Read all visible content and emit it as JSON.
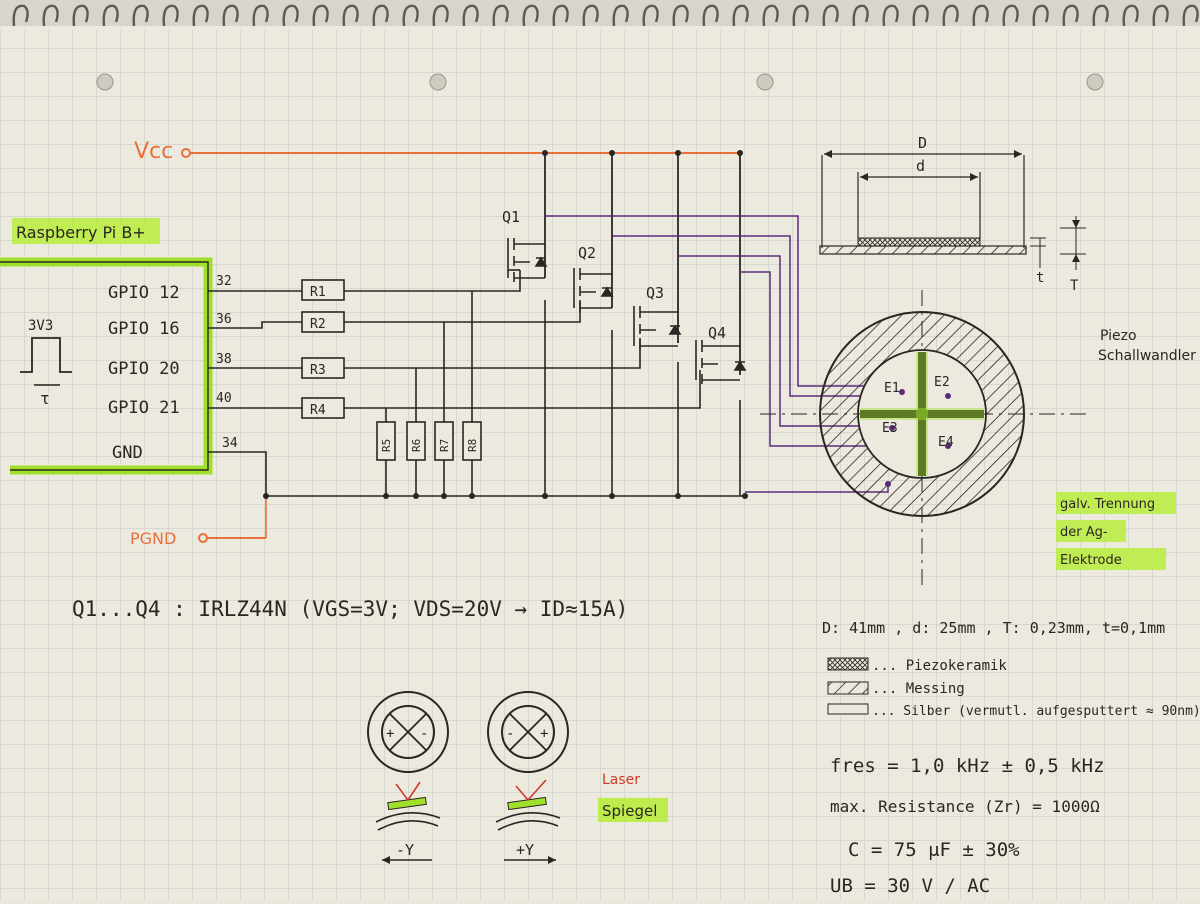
{
  "power": {
    "vcc": "Vcc",
    "pgnd": "PGND"
  },
  "board": {
    "title": "Raspberry Pi B+",
    "gpio": [
      {
        "label": "GPIO 12",
        "pin": "32"
      },
      {
        "label": "GPIO 16",
        "pin": "36"
      },
      {
        "label": "GPIO 20",
        "pin": "38"
      },
      {
        "label": "GPIO 21",
        "pin": "40"
      }
    ],
    "gnd": {
      "label": "GND",
      "pin": "34"
    },
    "pulse": {
      "amp": "3V3",
      "width": "τ"
    }
  },
  "resistors": {
    "gate": [
      "R1",
      "R2",
      "R3",
      "R4"
    ],
    "pulldown": [
      "R5",
      "R6",
      "R7",
      "R8"
    ]
  },
  "transistors": [
    "Q1",
    "Q2",
    "Q3",
    "Q4"
  ],
  "piezo": {
    "title_line1": "Piezo",
    "title_line2": "Schallwandler",
    "dim_D": "D",
    "dim_d": "d",
    "dim_t": "t",
    "dim_T": "T",
    "electrodes": [
      "E1",
      "E2",
      "E3",
      "E4"
    ],
    "note": [
      "galv. Trennung",
      "der Ag-",
      "Elektrode"
    ]
  },
  "notes": {
    "part": "Q1...Q4 : IRLZ44N (VGS=3V; VDS=20V → ID≈15A)",
    "dims": "D: 41mm , d: 25mm , T: 0,23mm, t=0,1mm",
    "legend": [
      "... Piezokeramik",
      "... Messing",
      "... Silber (vermutl. aufgesputtert ≈ 90nm)"
    ],
    "formulas": [
      "fres = 1,0 kHz ± 0,5 kHz",
      "max. Resistance (Zr) = 1000Ω",
      "C = 75 μF ± 30%",
      "UB = 30 V / AC"
    ]
  },
  "mirror": {
    "left": {
      "dir": "-Y",
      "sym_l": "+",
      "sym_r": "-"
    },
    "right": {
      "dir": "+Y",
      "sym_l": "-",
      "sym_r": "+"
    },
    "laser": "Laser",
    "spiegel": "Spiegel"
  },
  "colors": {
    "paper": "#ece9df",
    "grid": "#c9ccc8",
    "ink": "#2a2723",
    "vcc": "#e8703a",
    "purple": "#5b2a7a",
    "highlight": "#b8ec3c"
  }
}
